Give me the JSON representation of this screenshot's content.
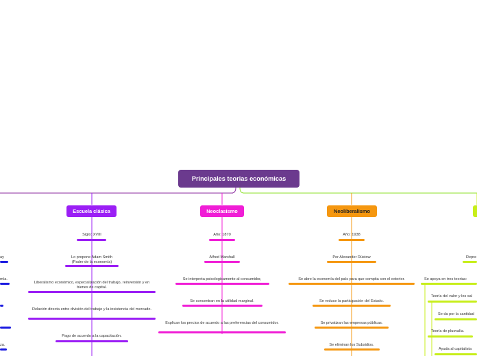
{
  "root": {
    "title": "Principales teorias económicas"
  },
  "branches": {
    "clasica": {
      "title": "Escuela clásica",
      "color": "#9b1ff5",
      "items": [
        "Siglo: XVIII",
        "Lo propone Adam Smith (Padre de la economía)",
        "Liberalismo económico, especialización del trabajo, reinversión y en bienes de capital.",
        "Relación directa entre división del trabajo y la insistencia del mercado.",
        "Pago de acuerdo a la capacitación."
      ]
    },
    "neoclasicismo": {
      "title": "Neoclasismo",
      "color": "#f01ed6",
      "items": [
        "Año: 1870",
        "Alfred Marshall",
        "Se interpreta psicologicamente al consumidor,",
        "Se concentran en la utilidad marginal.",
        "Explican los precios de acuerdo a las preferencias del consumidor."
      ]
    },
    "neoliberalismo": {
      "title": "Neoliberalismo",
      "color": "#f59710",
      "items": [
        "Año: 1938",
        "Por Alexander Rüstow",
        "Se abre la economía del país para que compita con el exterior.",
        "Se reduce la participación del Estado.",
        "Se privatizan las empresas públicas.",
        "Se eliminan los Subsidios."
      ]
    },
    "marxismo": {
      "color": "#c7ee1a",
      "items": [
        "Repre",
        "Se apoya en tres teorias:",
        "Teoría del valor y los sal",
        "Se da por la cantidad",
        "Teoría de plusvalía.",
        "Ayuda al capitalista"
      ]
    },
    "left": {
      "color": "#1a1ae0",
      "items": [
        "ay",
        "mía.",
        "za."
      ]
    }
  },
  "colors": {
    "root": "#6b3a8e",
    "trunk_left": "#7a1a9a",
    "trunk_right": "#8be026"
  }
}
